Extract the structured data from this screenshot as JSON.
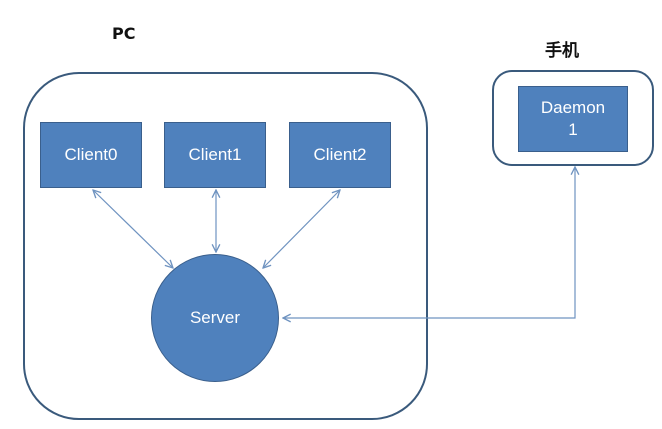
{
  "groups": {
    "pc_label": "PC",
    "phone_label": "手机"
  },
  "nodes": {
    "client0": "Client0",
    "client1": "Client1",
    "client2": "Client2",
    "server": "Server",
    "daemon_line1": "Daemon",
    "daemon_line2": "1"
  },
  "colors": {
    "node_fill": "#4f81bd",
    "container_border": "#3a5a7c",
    "edge": "#6f93c0"
  }
}
